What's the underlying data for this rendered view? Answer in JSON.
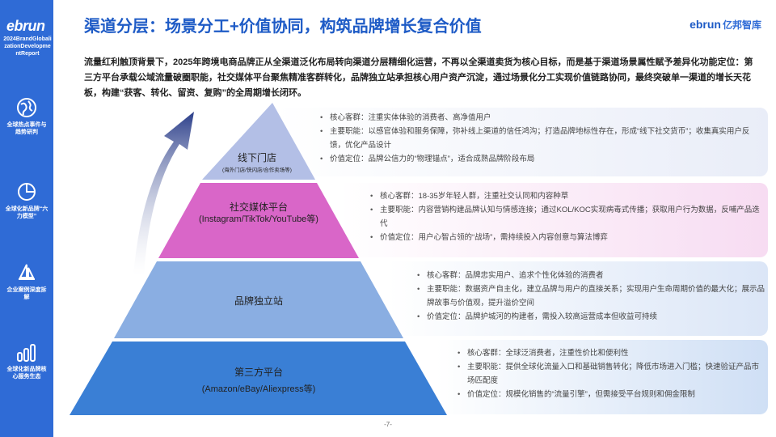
{
  "sidebar": {
    "logo": "ebrun",
    "report_name": "2024BrandGlobalizationDevelopmentReport",
    "items": [
      {
        "label": "全球热点事件与趋势研判",
        "icon": "globe-icon"
      },
      {
        "label": "全球化新品牌“六力模型”",
        "icon": "pie-chart-icon"
      },
      {
        "label": "企业案例深度拆解",
        "icon": "sailboat-icon"
      },
      {
        "label": "全球化新品牌核心服务生态",
        "icon": "bar-chart-icon"
      }
    ]
  },
  "header": {
    "title": "渠道分层：场景分工+价值协同，构筑品牌增长复合价值",
    "brand_logo": "ebrun",
    "brand_name": "亿邦智库"
  },
  "intro": "流量红利触顶背景下，2025年跨境电商品牌正从全渠道泛化布局转向渠道分层精细化运营，不再以全渠道卖货为核心目标，而是基于渠道场景属性赋予差异化功能定位：第三方平台承载公域流量破圈职能，社交媒体平台聚焦精准客群转化，品牌独立站承担核心用户资产沉淀，通过场景化分工实现价值链路协同，最终突破单一渠道的增长天花板，构建“获客、转化、留资、复购”的全周期增长闭环。",
  "colors": {
    "accent": "#2f6bd6",
    "tier1": "#b3bfe6",
    "tier2": "#d966c8",
    "tier3": "#8aaee2",
    "tier4": "#3a7fd5"
  },
  "tiers": [
    {
      "title": "线下门店",
      "note": "(海外门店/快闪店/合作卖场等)",
      "points": [
        "核心客群：注重实体体验的消费者、高净值用户",
        "主要职能：以感官体验和服务保障，弥补线上渠道的信任鸿沟；打造品牌地标性存在，形成“线下社交货币”；收集真实用户反馈，优化产品设计",
        "价值定位：品牌公信力的“物理锚点”，适合成熟品牌阶段布局"
      ]
    },
    {
      "title": "社交媒体平台",
      "note": "(Instagram/TikTok/YouTube等)",
      "points": [
        "核心客群：18-35岁年轻人群，注重社交认同和内容种草",
        "主要职能：内容营销构建品牌认知与情感连接；通过KOL/KOC实现病毒式传播；获取用户行为数据，反哺产品迭代",
        "价值定位：用户心智占领的“战场”，需持续投入内容创意与算法博弈"
      ]
    },
    {
      "title": "品牌独立站",
      "note": "",
      "points": [
        "核心客群：品牌忠实用户、追求个性化体验的消费者",
        "主要职能：数据资产自主化，建立品牌与用户的直接关系；实现用户生命周期价值的最大化；展示品牌故事与价值观，提升溢价空间",
        "价值定位：品牌护城河的构建者，需投入较高运营成本但收益可持续"
      ]
    },
    {
      "title": "第三方平台",
      "note": "(Amazon/eBay/Aliexpress等)",
      "points": [
        "核心客群：全球泛消费者，注重性价比和便利性",
        "主要职能：提供全球化流量入口和基础销售转化；降低市场进入门槛；快速验证产品市场匹配度",
        "价值定位：规模化销售的“流量引擎”，但需接受平台规则和佣金限制"
      ]
    }
  ],
  "page_number": "-7-"
}
